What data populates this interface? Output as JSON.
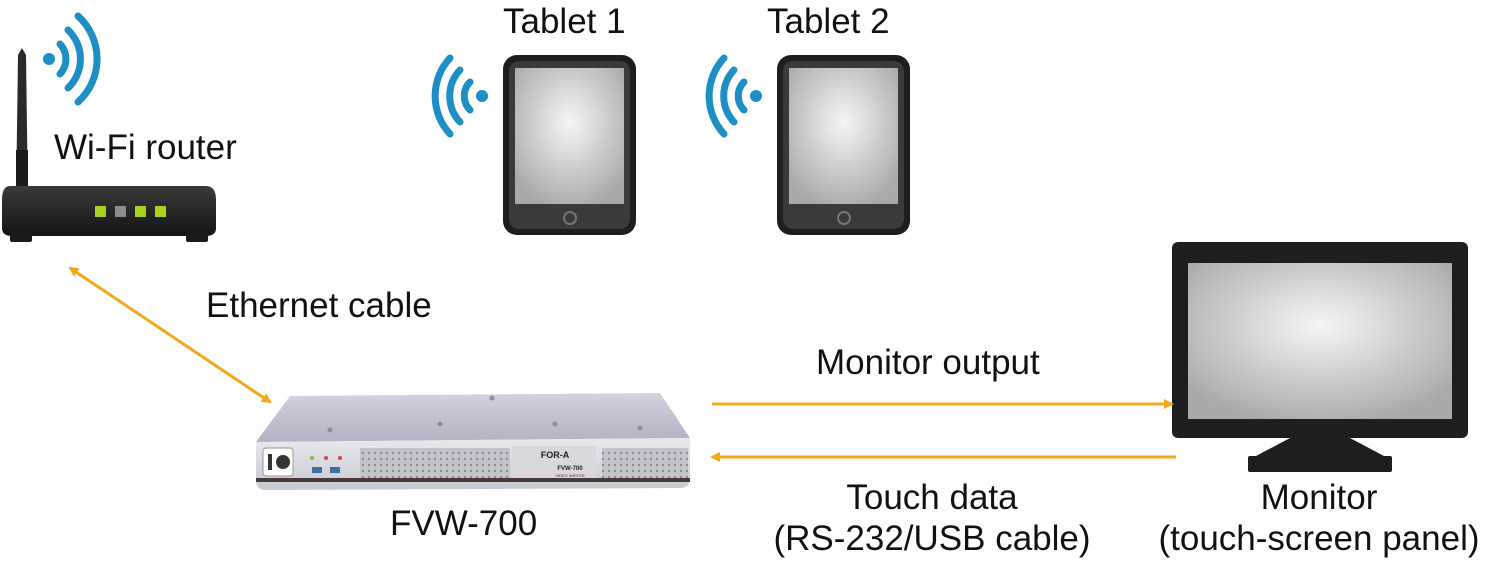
{
  "labels": {
    "router": "Wi-Fi router",
    "tablet1": "Tablet 1",
    "tablet2": "Tablet 2",
    "ethernet": "Ethernet cable",
    "monitor_output": "Monitor output",
    "touch_data_line1": "Touch data",
    "touch_data_line2": "(RS-232/USB cable)",
    "fvw": "FVW-700",
    "monitor_line1": "Monitor",
    "monitor_line2": "(touch-screen panel)"
  },
  "device_text": {
    "brand": "FOR-A",
    "model": "FVW-700",
    "subtitle": "VIDEO WRITER"
  },
  "colors": {
    "arrow": "#f0aa1c",
    "wifi": "#1d8fc4",
    "device_dark": "#1e1e1e",
    "led_green": "#a8d21e"
  },
  "icons": [
    "wifi-signal-icon",
    "router-icon",
    "tablet-icon",
    "monitor-icon",
    "video-writer-device-icon"
  ]
}
